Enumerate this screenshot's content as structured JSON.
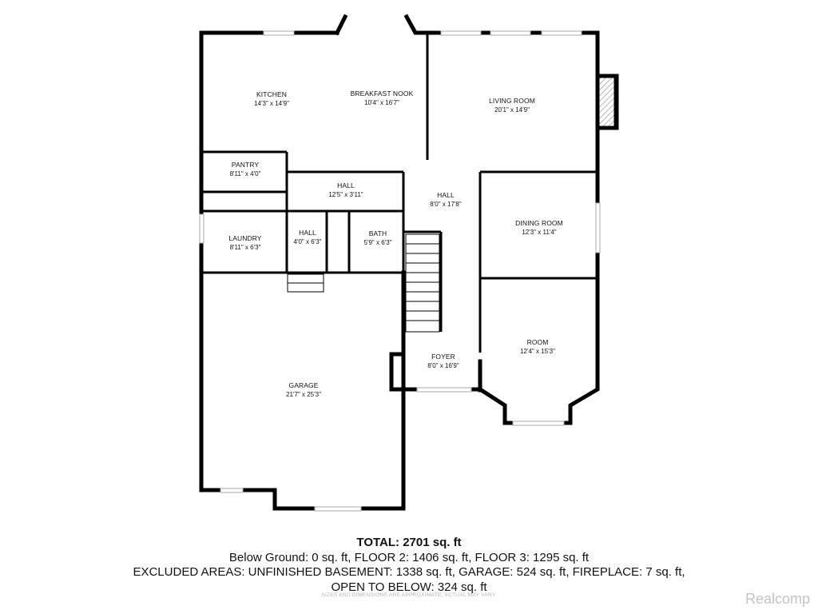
{
  "rooms": {
    "kitchen": {
      "name": "KITCHEN",
      "dims": "14'3\" x 14'9\""
    },
    "breakfast_nook": {
      "name": "BREAKFAST NOOK",
      "dims": "10'4\" x 16'7\""
    },
    "living_room": {
      "name": "LIVING ROOM",
      "dims": "20'1\" x 14'9\""
    },
    "pantry": {
      "name": "PANTRY",
      "dims": "8'11\" x 4'0\""
    },
    "hall_upper": {
      "name": "HALL",
      "dims": "12'5\" x 3'11\""
    },
    "hall_center": {
      "name": "HALL",
      "dims": "8'0\" x 17'8\""
    },
    "laundry": {
      "name": "LAUNDRY",
      "dims": "8'11\" x 6'3\""
    },
    "hall_small": {
      "name": "HALL",
      "dims": "4'0\" x 6'3\""
    },
    "bath": {
      "name": "BATH",
      "dims": "5'9\" x 6'3\""
    },
    "dining_room": {
      "name": "DINING ROOM",
      "dims": "12'3\" x 11'4\""
    },
    "room": {
      "name": "ROOM",
      "dims": "12'4\" x 15'3\""
    },
    "foyer": {
      "name": "FOYER",
      "dims": "8'0\" x 16'9\""
    },
    "garage": {
      "name": "GARAGE",
      "dims": "21'7\" x 25'3\""
    }
  },
  "summary": {
    "total": "TOTAL: 2701 sq. ft",
    "line1": "Below Ground: 0 sq. ft, FLOOR 2: 1406 sq. ft, FLOOR 3: 1295 sq. ft",
    "line2": "EXCLUDED AREAS: UNFINISHED BASEMENT: 1338 sq. ft, GARAGE: 524 sq. ft, FIREPLACE: 7 sq. ft,",
    "line3": "OPEN TO BELOW: 324 sq. ft"
  },
  "disclaimer": "SIZES AND DIMENSIONS ARE APPROXIMATE, ACTUAL MAY VARY.",
  "brand": "Realcomp",
  "colors": {
    "wall": "#000000",
    "window": "#a8a8a8",
    "fireplace_hatch": "#8a8a8a"
  }
}
